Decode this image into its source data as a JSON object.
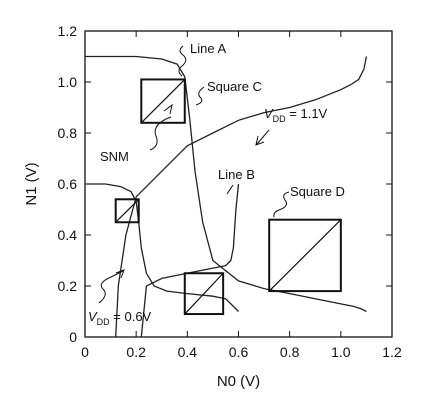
{
  "chart_data": {
    "type": "line",
    "xlabel": "N0 (V)",
    "ylabel": "N1 (V)",
    "xlim": [
      0,
      1.2
    ],
    "ylim": [
      0,
      1.2
    ],
    "x_ticks": [
      "0",
      "0.2",
      "0.4",
      "0.6",
      "0.8",
      "1.0",
      "1.2"
    ],
    "y_ticks": [
      "0",
      "0.2",
      "0.4",
      "0.6",
      "0.8",
      "1.0",
      "1.2"
    ],
    "grid": false,
    "series": [
      {
        "curve_pair": "VDD = 1.1V",
        "name": "Line A",
        "x": [
          0.0,
          0.1,
          0.2,
          0.3,
          0.36,
          0.39,
          0.41,
          0.43,
          0.46,
          0.5,
          0.6,
          0.7,
          0.8,
          0.9,
          1.0,
          1.05,
          1.08,
          1.1
        ],
        "y": [
          1.1,
          1.1,
          1.1,
          1.09,
          1.07,
          1.02,
          0.85,
          0.65,
          0.45,
          0.3,
          0.22,
          0.19,
          0.17,
          0.15,
          0.13,
          0.12,
          0.11,
          0.1
        ]
      },
      {
        "curve_pair": "VDD = 1.1V",
        "name": "Line B",
        "x": [
          0.12,
          0.13,
          0.16,
          0.2,
          0.3,
          0.4,
          0.5,
          0.6,
          0.7,
          0.8,
          0.9,
          1.0,
          1.04,
          1.07,
          1.09,
          1.1
        ],
        "y": [
          0.0,
          0.2,
          0.4,
          0.55,
          0.65,
          0.75,
          0.8,
          0.85,
          0.88,
          0.9,
          0.93,
          0.97,
          0.99,
          1.01,
          1.05,
          1.1
        ]
      },
      {
        "curve_pair": "VDD = 0.6V",
        "x": [
          0.0,
          0.08,
          0.14,
          0.18,
          0.2,
          0.21,
          0.22,
          0.24,
          0.27,
          0.32,
          0.4,
          0.5,
          0.55,
          0.58,
          0.6
        ],
        "y": [
          0.6,
          0.6,
          0.59,
          0.57,
          0.53,
          0.45,
          0.35,
          0.25,
          0.2,
          0.18,
          0.17,
          0.16,
          0.15,
          0.12,
          0.1
        ]
      },
      {
        "curve_pair": "VDD = 0.6V",
        "x": [
          0.22,
          0.24,
          0.3,
          0.4,
          0.5,
          0.55,
          0.57,
          0.58,
          0.59,
          0.6
        ],
        "y": [
          0.0,
          0.2,
          0.23,
          0.25,
          0.27,
          0.28,
          0.3,
          0.35,
          0.5,
          0.6
        ]
      }
    ],
    "squares": [
      {
        "name": "Square C",
        "x": [
          0.22,
          0.39
        ],
        "y": [
          0.84,
          1.01
        ]
      },
      {
        "name": "Square D",
        "x": [
          0.72,
          1.0
        ],
        "y": [
          0.18,
          0.46
        ]
      },
      {
        "name": "",
        "x": [
          0.12,
          0.21
        ],
        "y": [
          0.45,
          0.54
        ]
      },
      {
        "name": "",
        "x": [
          0.39,
          0.54
        ],
        "y": [
          0.09,
          0.25
        ]
      }
    ],
    "annotations": [
      {
        "text": "Line A"
      },
      {
        "text": "Square C"
      },
      {
        "text": "SNM"
      },
      {
        "text": "Line B"
      },
      {
        "text": "Square D"
      },
      {
        "text": "V",
        "sub": "DD",
        "rest": " = 1.1V"
      },
      {
        "text": "V",
        "sub": "DD",
        "rest": " = 0.6V"
      }
    ]
  }
}
